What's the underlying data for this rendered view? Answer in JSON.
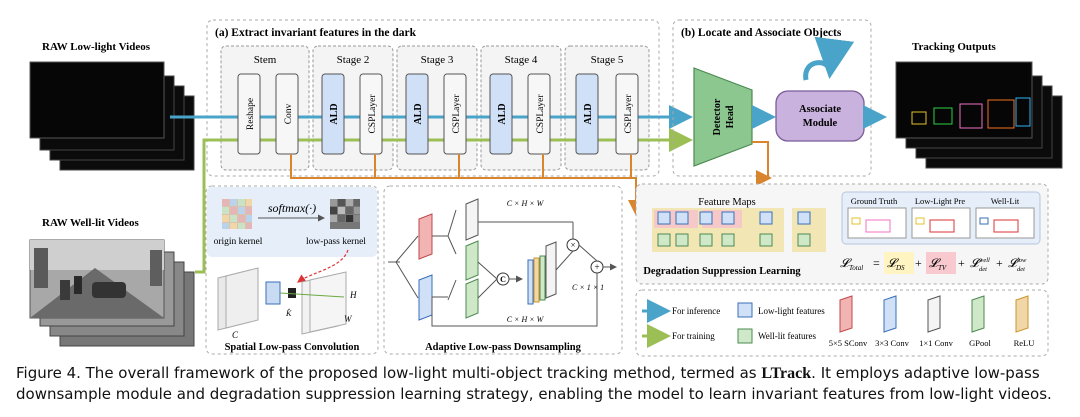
{
  "figure": {
    "left_labels": {
      "raw_lowlight": "RAW Low-light Videos",
      "raw_welllit": "RAW Well-lit  Videos"
    },
    "section_a_title": "(a) Extract invariant features in the dark",
    "section_b_title": "(b) Locate and Associate Objects",
    "tracking_outputs": "Tracking Outputs",
    "stages": [
      "Stem",
      "Stage 2",
      "Stage 3",
      "Stage 4",
      "Stage 5"
    ],
    "blocks": {
      "reshape": "Reshape",
      "conv": "Conv",
      "ald": "ALD",
      "csp": "CSPLayer"
    },
    "detector_head": [
      "Detector",
      "Head"
    ],
    "associate_module": [
      "Associate",
      "Module"
    ],
    "spatial_lowpass": {
      "softmax": "softmax(·)",
      "origin_kernel": "origin kernel",
      "lowpass_kernel": "low-pass kernel",
      "H": "H",
      "W": "W",
      "C": "C",
      "K": "K̂",
      "title": "Spatial Low-pass Convolution"
    },
    "adaptive_lowpass": {
      "dim_top": "C × H × W",
      "dim_mid": "C × 1 × 1",
      "dim_bottom": "C × H × W",
      "concat": "C",
      "mult": "×",
      "plus": "+",
      "title": "Adaptive Low-pass Downsampling"
    },
    "degradation": {
      "feature_maps": "Feature Maps",
      "title": "Degradation Suppression Learning",
      "panels": [
        "Ground Truth",
        "Low-Light Pre",
        "Well-Lit"
      ]
    },
    "loss_formula": "𝓛_Total = 𝓛_DS + 𝓛_TV + 𝓛_det^well + 𝓛_det^low",
    "legend": {
      "inference": "For inference",
      "training": "For training",
      "lowlight_features": "Low-light features",
      "welllit_features": "Well-lit features",
      "conv5": "5×5 SConv",
      "conv3": "3×3 Conv",
      "conv1": "1×1 Conv",
      "gpool": "GPool",
      "relu": "ReLU"
    },
    "colors": {
      "inference": "#4aa3c8",
      "training": "#9bbf55",
      "orange": "#d9852e",
      "lowlight": "#cfe0f7",
      "welllit": "#cfe8c7",
      "red": "#f2b3b3",
      "green_head": "#8cc78f",
      "purple": "#c9b2dd"
    }
  },
  "caption": {
    "prefix": "Figure 4. The overall framework of the proposed low-light multi-object tracking method, termed as ",
    "method": "LTrack",
    "suffix": ". It employs adaptive low-pass downsample module and degradation suppression learning strategy, enabling the model to learn invariant features from low-light videos."
  }
}
